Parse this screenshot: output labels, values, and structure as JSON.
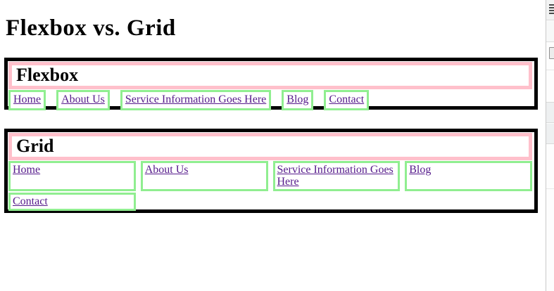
{
  "page": {
    "title": "Flexbox vs. Grid"
  },
  "colors": {
    "header_pink": "#ffc0cb",
    "link_box_green": "#90ee90",
    "link_text_purple": "#551a8b",
    "section_border": "#000000"
  },
  "flexbox_section": {
    "heading": "Flexbox",
    "nav_items": [
      {
        "label": "Home"
      },
      {
        "label": "About Us"
      },
      {
        "label": "Service Information Goes Here"
      },
      {
        "label": "Blog"
      },
      {
        "label": "Contact"
      }
    ]
  },
  "grid_section": {
    "heading": "Grid",
    "nav_items": [
      {
        "label": "Home"
      },
      {
        "label": "About Us"
      },
      {
        "label": "Service Information Goes Here"
      },
      {
        "label": "Blog"
      },
      {
        "label": "Contact"
      }
    ]
  },
  "right_panel": {
    "icons": [
      {
        "name": "list-lines-icon"
      },
      {
        "name": "square-outline-icon"
      }
    ]
  }
}
